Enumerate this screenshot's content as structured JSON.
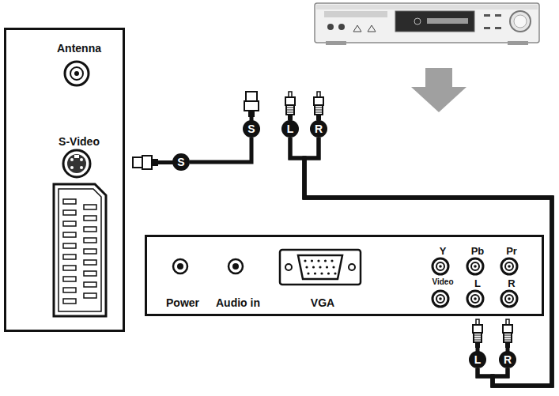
{
  "diagram": {
    "nodes": [
      {
        "text": [
          "Antenna",
          "S-Video"
        ]
      },
      {
        "text": [
          "Power",
          "Audio in",
          "VGA",
          "Y",
          "Pb",
          "Pr",
          "Video",
          "L",
          "R"
        ]
      },
      {
        "text": [
          "S"
        ]
      },
      {
        "text": [
          "L"
        ]
      },
      {
        "text": [
          "R"
        ]
      },
      {
        "text": [
          "S"
        ]
      },
      {
        "text": [
          "L"
        ]
      },
      {
        "text": [
          "R"
        ]
      }
    ],
    "edges": [
      {
        "from": 2,
        "to": 5,
        "arrow": "none"
      },
      {
        "from": 3,
        "to": 6,
        "arrow": "none"
      },
      {
        "from": 3,
        "to": 7,
        "arrow": "none"
      },
      {
        "from": 4,
        "to": 6,
        "arrow": "none"
      },
      {
        "from": 4,
        "to": 7,
        "arrow": "none"
      }
    ]
  }
}
